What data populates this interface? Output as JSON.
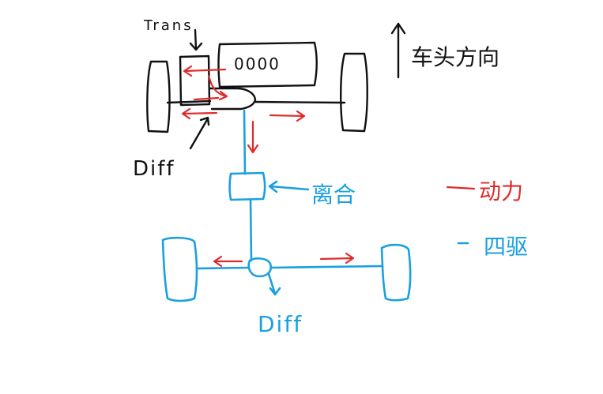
{
  "labels": {
    "trans": "Trans",
    "engine": "0000",
    "direction": "车头方向",
    "diff_front": "Diff",
    "clutch": "离合",
    "diff_rear": "Diff"
  },
  "legend": [
    {
      "key": "power",
      "text": "动力",
      "color": "#e02a2a"
    },
    {
      "key": "awd",
      "text": "四驱",
      "color": "#1aa0e0"
    }
  ],
  "colors": {
    "ink": "#111111",
    "power": "#e02a2a",
    "awd": "#1aa0e0"
  }
}
